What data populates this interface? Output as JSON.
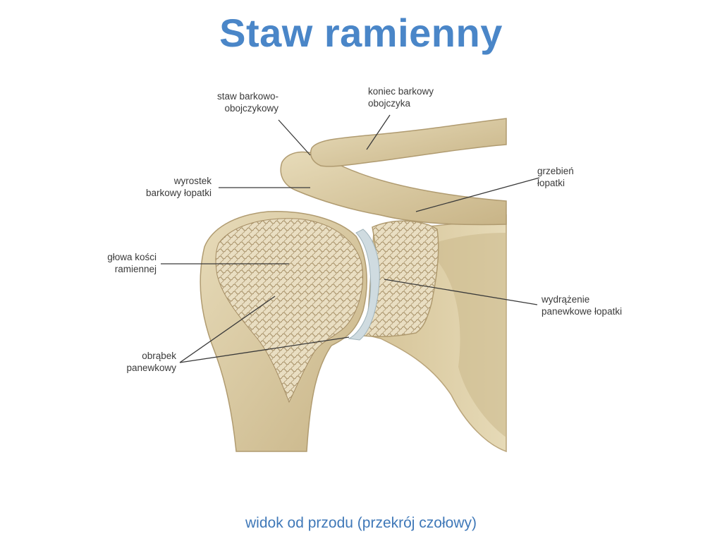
{
  "title": "Staw ramienny",
  "caption": "widok od przodu (przekrój czołowy)",
  "colors": {
    "title": "#4a86c8",
    "caption": "#3f78b8",
    "bone": "#dccda5",
    "bone_shadow": "#b9a47a",
    "spongy_bone": "#b7a17a",
    "cartilage": "#cfdbe0",
    "leader_line": "#3a3a3a"
  },
  "labels": {
    "ac_joint": "staw barkowo-\nobojczykowy",
    "clavicle_end": "koniec barkowy\nobojczyka",
    "acromion": "wyrostek\nbarkowy łopatki",
    "spine": "grzebień\nłopatki",
    "humeral_head": "głowa kości\nramiennej",
    "glenoid": "wydrążenie\npanewkowe łopatki",
    "labrum": "obrąbek\npanewkowy"
  }
}
